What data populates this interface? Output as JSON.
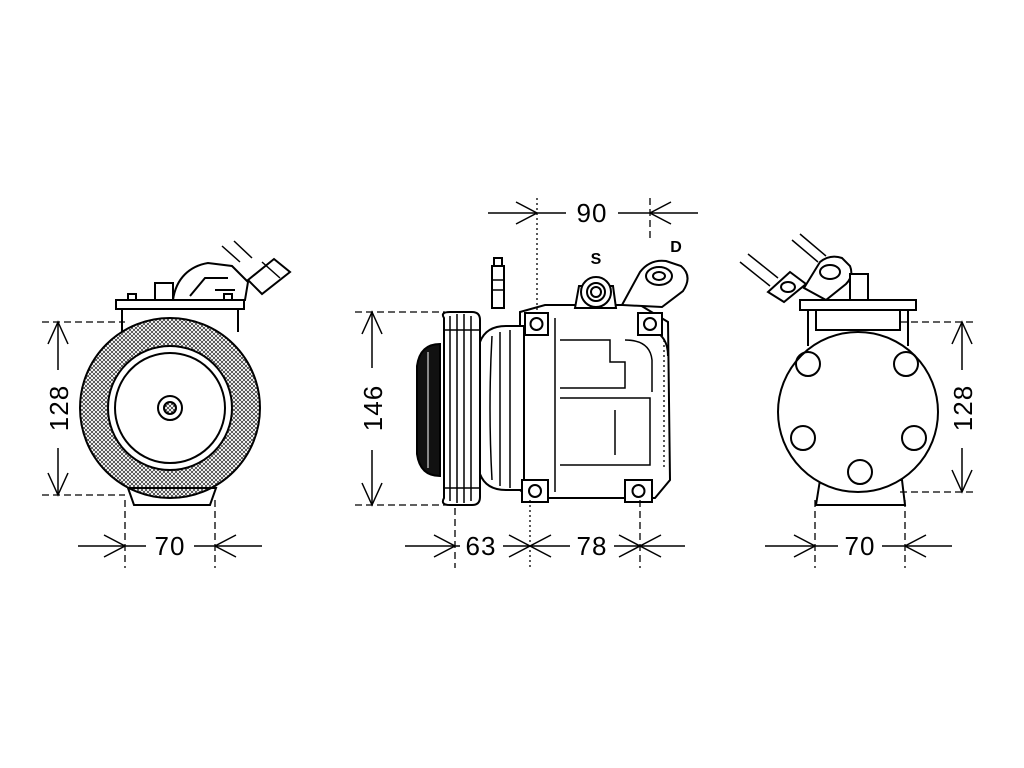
{
  "dimensions": {
    "front_height": "128",
    "front_width": "70",
    "port_spacing": "90",
    "side_height": "146",
    "pulley_depth": "63",
    "body_depth": "78",
    "rear_height": "128",
    "rear_width": "70"
  },
  "ports": {
    "suction": "S",
    "discharge": "D"
  }
}
